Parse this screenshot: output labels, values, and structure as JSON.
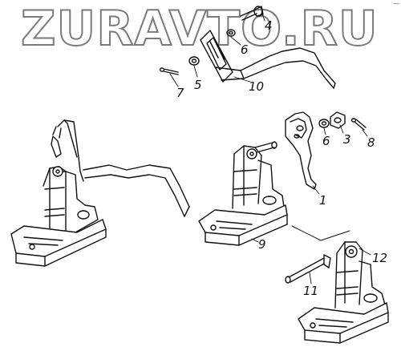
{
  "watermark": "ZURAVTO.RU",
  "corner_mark": "—",
  "callouts": {
    "c1": "1",
    "c3": "3",
    "c4": "4",
    "c5": "5",
    "c6a": "6",
    "c6b": "6",
    "c7": "7",
    "c8": "8",
    "c9": "9",
    "c10": "10",
    "c11": "11",
    "c12": "12"
  },
  "colors": {
    "line": "#111111",
    "background": "#ffffff",
    "watermark_outline": "#7a7a7a"
  }
}
